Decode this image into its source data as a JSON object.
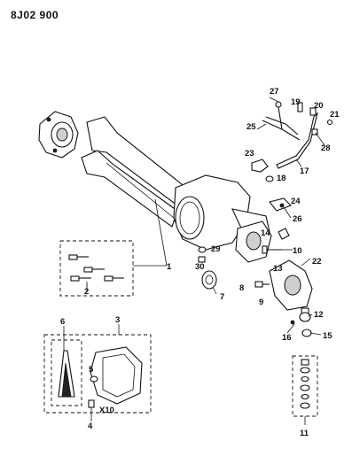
{
  "diagram_code": "8J02 900",
  "callouts": {
    "c1": "1",
    "c2": "2",
    "c3": "3",
    "c4": "4",
    "c5": "5",
    "c6": "6",
    "c7": "7",
    "c8": "8",
    "c9": "9",
    "c10": "10",
    "c11": "11",
    "c12": "12",
    "c13": "13",
    "c14": "14",
    "c15": "15",
    "c16": "16",
    "c17": "17",
    "c18": "18",
    "c19": "19",
    "c20": "20",
    "c21": "21",
    "c22": "22",
    "c23": "23",
    "c24": "24",
    "c25": "25",
    "c26": "26",
    "c27": "27",
    "c28": "28",
    "c29": "29",
    "c30": "30"
  },
  "quantity_note": "X10"
}
